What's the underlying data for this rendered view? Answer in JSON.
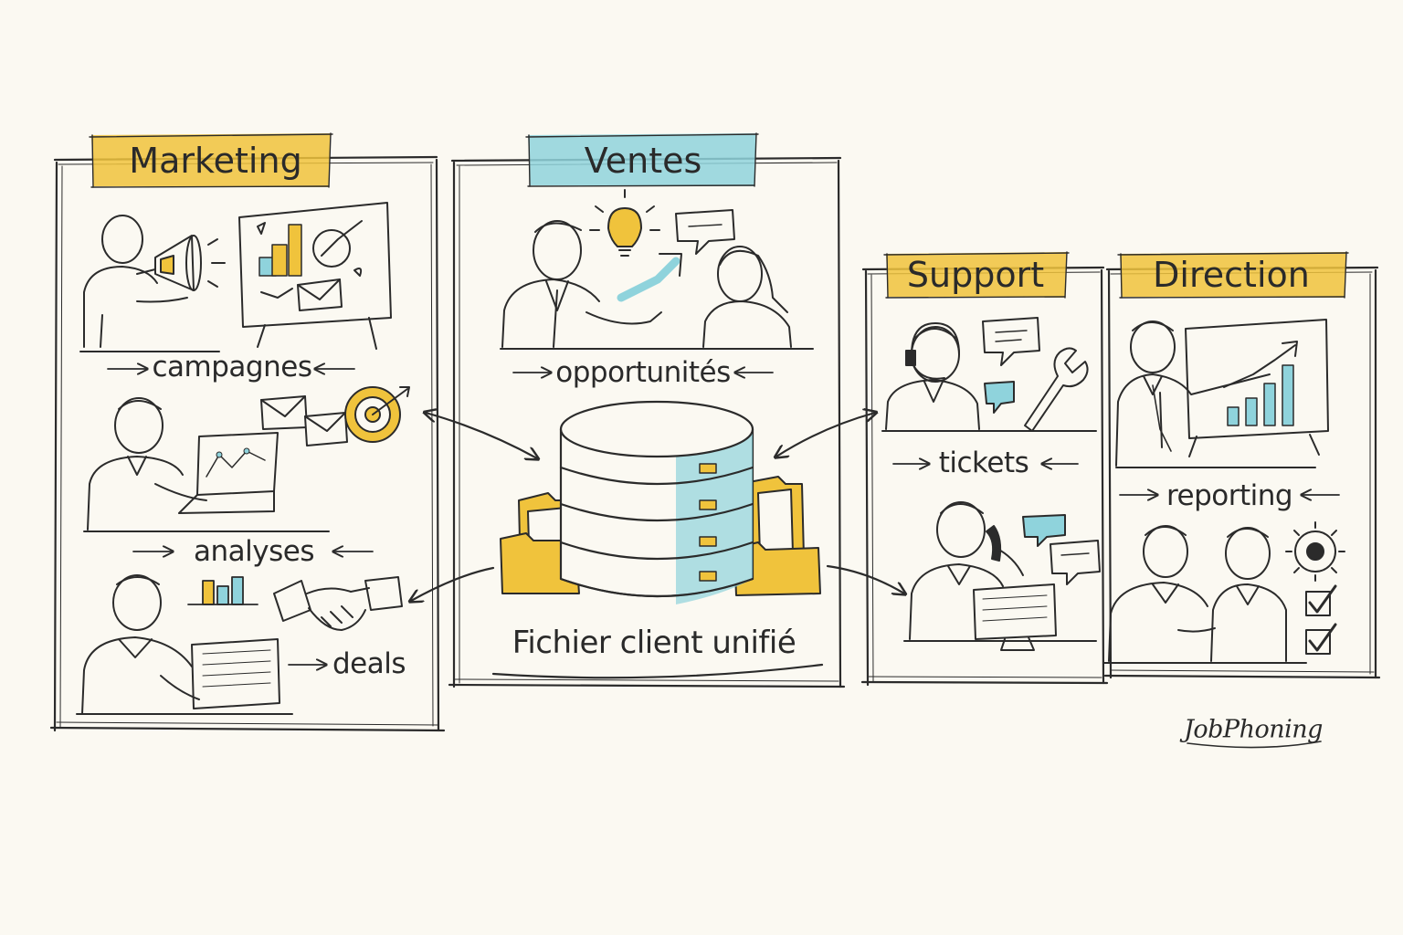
{
  "departments": {
    "marketing": {
      "title": "Marketing",
      "flows": [
        "campagnes",
        "analyses",
        "deals"
      ]
    },
    "ventes": {
      "title": "Ventes",
      "flows": [
        "opportunités"
      ]
    },
    "support": {
      "title": "Support",
      "flows": [
        "tickets"
      ]
    },
    "direction": {
      "title": "Direction",
      "flows": [
        "reporting"
      ]
    }
  },
  "center": {
    "label": "Fichier client unifié"
  },
  "brand": "JobPhoning",
  "colors": {
    "background": "#fbf9f2",
    "ink": "#2b2b2b",
    "yellow": "#f0c33c",
    "cyan": "#8fd3dc"
  },
  "icons": [
    "megaphone-icon",
    "presentation-board-icon",
    "target-icon",
    "envelope-icon",
    "laptop-icon",
    "bar-chart-icon",
    "handshake-icon",
    "lightbulb-icon",
    "speech-bubble-icon",
    "trend-arrow-icon",
    "database-icon",
    "folder-icon",
    "headset-icon",
    "wrench-icon",
    "phone-icon",
    "gear-icon",
    "checkbox-icon"
  ]
}
